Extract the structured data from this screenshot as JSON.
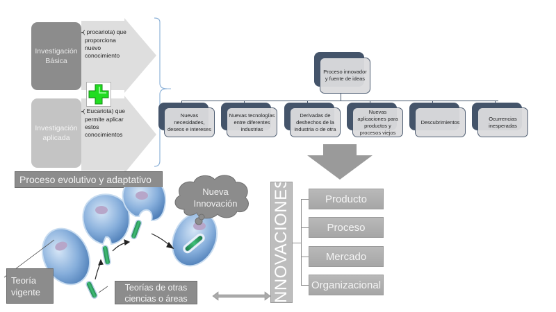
{
  "research": {
    "basic": {
      "title": "Investigación Básica",
      "line1": "Investigación",
      "line2": "Básica",
      "description_lines": [
        "( procariota) que",
        "proporciona",
        "nuevo",
        "conocimiento"
      ]
    },
    "applied": {
      "title": "Investigación aplicada",
      "line1": "Investigación",
      "line2": "aplicada",
      "description_lines": [
        "( Eucariota) que",
        "permite aplicar",
        "estos",
        "conocimientos"
      ]
    },
    "plus_icon": "plus-icon"
  },
  "hierarchy": {
    "root": {
      "lines": [
        "Proceso innovador",
        "y fuente de ideas"
      ]
    },
    "children": [
      {
        "lines": [
          "Nuevas",
          "necesidades,",
          "deseos e intereses"
        ]
      },
      {
        "lines": [
          "Nuevas tecnologías",
          "entre diferentes",
          "industrias"
        ]
      },
      {
        "lines": [
          "Derivadas de",
          "deshechos de la",
          "industria o de otra"
        ]
      },
      {
        "lines": [
          "Nuevas",
          "aplicaciones para",
          "productos y",
          "procesos viejos"
        ]
      },
      {
        "lines": [
          "Descubrimientos"
        ]
      },
      {
        "lines": [
          "Ocurrencias",
          "inesperadas"
        ]
      }
    ]
  },
  "evolution": {
    "title": "Proceso evolutivo y adaptativo",
    "cloud_lines": [
      "Nueva",
      "Innovación"
    ],
    "current_theory_lines": [
      "Teoría",
      "vigente"
    ],
    "other_theories_lines": [
      "Teorías de otras",
      "ciencias o áreas"
    ]
  },
  "innovations": {
    "title": "INNOVACIONES",
    "items": [
      "Producto",
      "Proceso",
      "Mercado",
      "Organizacional"
    ]
  },
  "colors": {
    "node_dark": "#44546a",
    "node_light": "#dcdcde",
    "gray_label": "#8c8c8c",
    "plus_green": "#22dd22",
    "cell_blue": "#7fa6d4",
    "bacteria_green": "#2e9a5c"
  }
}
